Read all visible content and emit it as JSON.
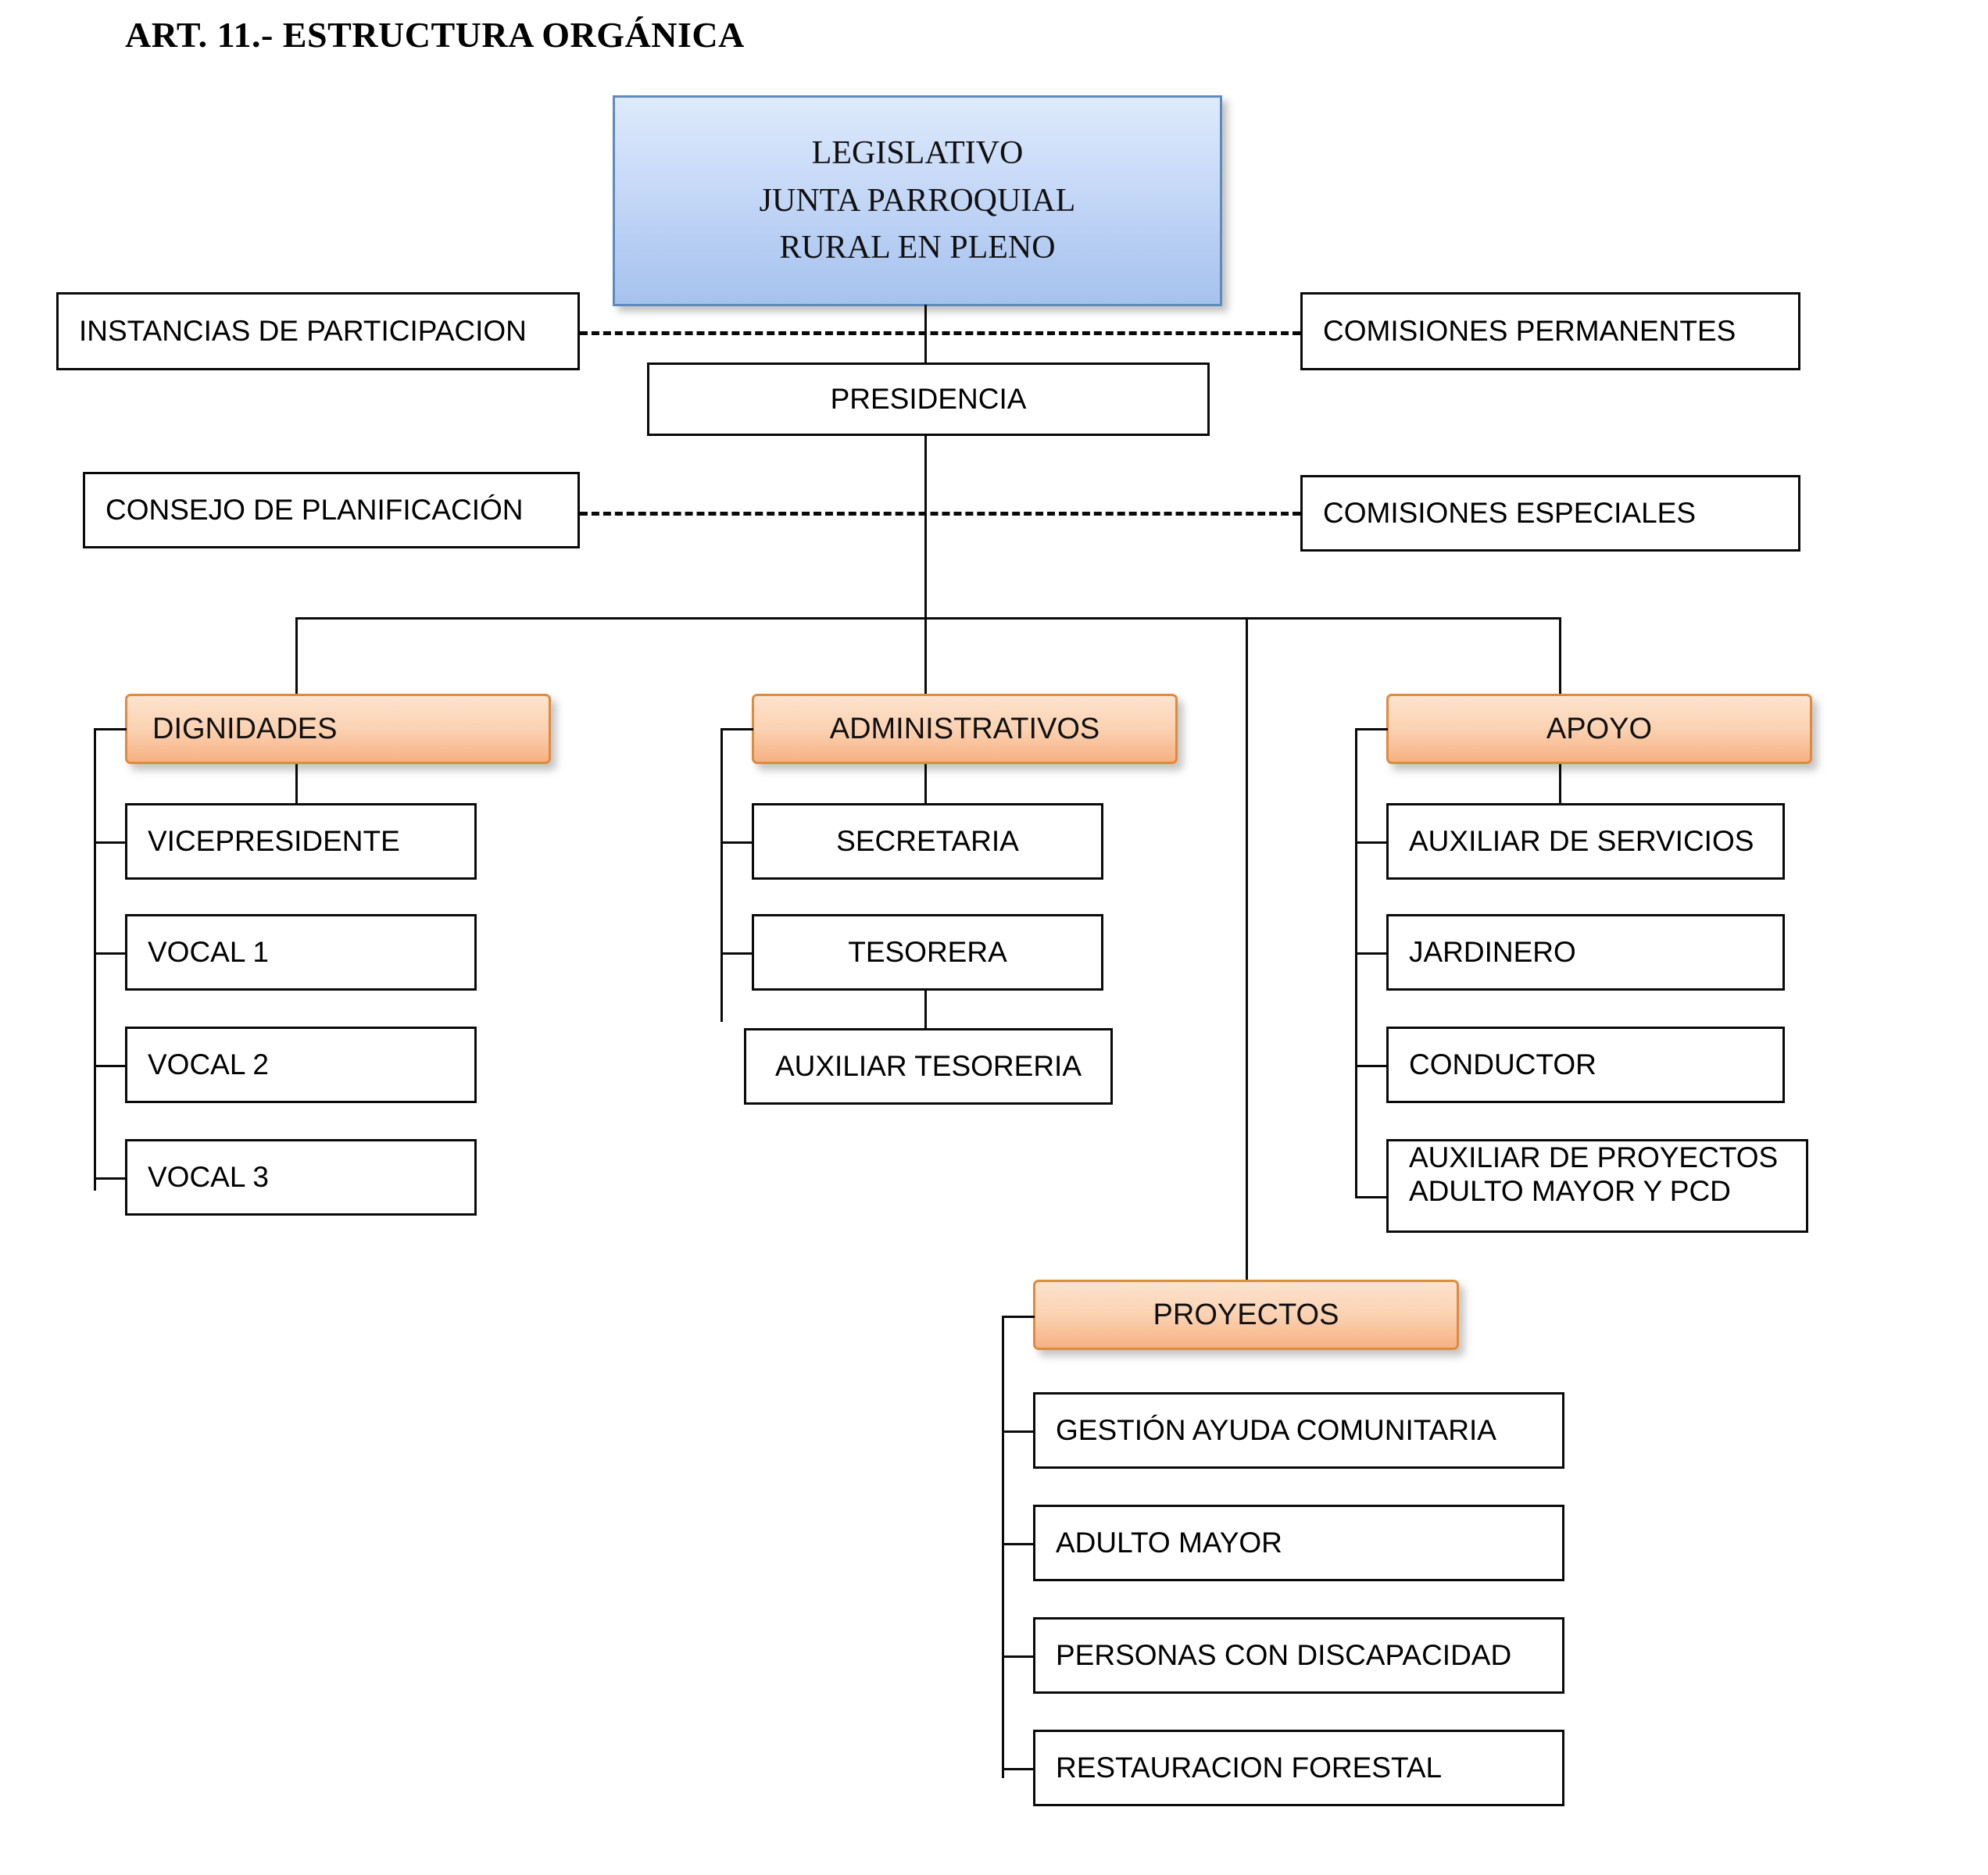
{
  "document": {
    "title": "ART. 11.- ESTRUCTURA ORGÁNICA"
  },
  "colors": {
    "blue_node_border": "#5D8BC0",
    "blue_node_fill_top": "#DEEAFC",
    "blue_node_fill_bottom": "#A6C2EE",
    "orange_node_border": "#E08A3C",
    "orange_node_fill_top": "#FDE3CE",
    "orange_node_fill_bottom": "#F6B183",
    "box_border": "#0A0A0A",
    "box_fill": "#FFFFFF",
    "text": "#000000"
  },
  "chart_data": {
    "type": "diagram",
    "subtype": "organizational-chart",
    "title": "ART. 11.- ESTRUCTURA ORGÁNICA",
    "nodes": [
      {
        "id": "legislativo",
        "label": "LEGISLATIVO JUNTA PARROQUIAL RURAL EN PLENO",
        "style": "blue",
        "level": 0
      },
      {
        "id": "instancias",
        "label": "INSTANCIAS DE PARTICIPACION",
        "style": "plain",
        "level": 1
      },
      {
        "id": "comisiones_permanentes",
        "label": "COMISIONES PERMANENTES",
        "style": "plain",
        "level": 1
      },
      {
        "id": "presidencia",
        "label": "PRESIDENCIA",
        "style": "plain",
        "level": 1
      },
      {
        "id": "consejo",
        "label": "CONSEJO DE PLANIFICACIÓN",
        "style": "plain",
        "level": 2
      },
      {
        "id": "comisiones_especiales",
        "label": "COMISIONES ESPECIALES",
        "style": "plain",
        "level": 2
      },
      {
        "id": "dignidades",
        "label": "DIGNIDADES",
        "style": "orange",
        "level": 3
      },
      {
        "id": "administrativos",
        "label": "ADMINISTRATIVOS",
        "style": "orange",
        "level": 3
      },
      {
        "id": "apoyo",
        "label": "APOYO",
        "style": "orange",
        "level": 3
      },
      {
        "id": "proyectos",
        "label": "PROYECTOS",
        "style": "orange",
        "level": 3
      }
    ],
    "edges": [
      {
        "from": "legislativo",
        "to": "presidencia",
        "style": "solid"
      },
      {
        "from": "instancias",
        "to": "comisiones_permanentes",
        "style": "dashed"
      },
      {
        "from": "consejo",
        "to": "comisiones_especiales",
        "style": "dashed"
      },
      {
        "from": "presidencia",
        "to": "dignidades",
        "style": "solid"
      },
      {
        "from": "presidencia",
        "to": "administrativos",
        "style": "solid"
      },
      {
        "from": "presidencia",
        "to": "apoyo",
        "style": "solid"
      },
      {
        "from": "presidencia",
        "to": "proyectos",
        "style": "solid"
      },
      {
        "from": "tesorera",
        "to": "auxiliar_tesoreria",
        "style": "solid"
      }
    ]
  },
  "top_node": {
    "line1": "LEGISLATIVO",
    "line2": "JUNTA PARROQUIAL",
    "line3": "RURAL EN PLENO"
  },
  "side_nodes": {
    "instancias": "INSTANCIAS DE PARTICIPACION",
    "comisiones_permanentes": "COMISIONES PERMANENTES",
    "consejo_planificacion": "CONSEJO DE PLANIFICACIÓN",
    "comisiones_especiales": "COMISIONES ESPECIALES"
  },
  "presidencia": {
    "label": "PRESIDENCIA"
  },
  "groups": [
    {
      "id": "dignidades",
      "header": "DIGNIDADES",
      "children": [
        {
          "label": "VICEPRESIDENTE"
        },
        {
          "label": "VOCAL 1"
        },
        {
          "label": "VOCAL 2"
        },
        {
          "label": "VOCAL 3"
        }
      ]
    },
    {
      "id": "administrativos",
      "header": "ADMINISTRATIVOS",
      "children": [
        {
          "label": "SECRETARIA"
        },
        {
          "label": "TESORERA"
        },
        {
          "label": "AUXILIAR TESORERIA"
        }
      ]
    },
    {
      "id": "apoyo",
      "header": "APOYO",
      "children": [
        {
          "label": "AUXILIAR DE SERVICIOS"
        },
        {
          "label": "JARDINERO"
        },
        {
          "label": "CONDUCTOR"
        },
        {
          "label": "AUXILIAR DE PROYECTOS",
          "label2": "ADULTO MAYOR Y PCD"
        }
      ]
    },
    {
      "id": "proyectos",
      "header": "PROYECTOS",
      "children": [
        {
          "label": "GESTIÓN AYUDA COMUNITARIA"
        },
        {
          "label": "ADULTO MAYOR"
        },
        {
          "label": "PERSONAS CON DISCAPACIDAD"
        },
        {
          "label": "RESTAURACION FORESTAL"
        }
      ]
    }
  ]
}
